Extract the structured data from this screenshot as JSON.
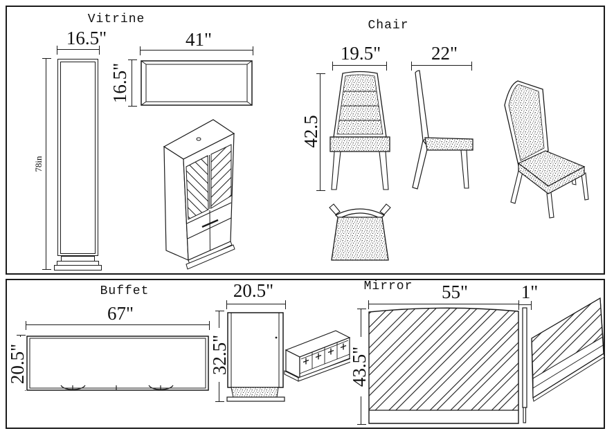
{
  "colors": {
    "line": "#1a1a1a",
    "background": "#ffffff"
  },
  "vitrine": {
    "title": "Vitrine",
    "front_width": "16.5\"",
    "front_height": "78in",
    "top_width": "41\"",
    "top_depth": "16.5\""
  },
  "chair": {
    "title": "Chair",
    "front_width": "19.5\"",
    "side_depth": "22\"",
    "height": "42.5"
  },
  "buffet": {
    "title": "Buffet",
    "top_width": "67\"",
    "top_depth": "20.5\"",
    "side_width": "20.5\"",
    "side_height": "32.5\""
  },
  "mirror": {
    "title": "Mirror",
    "width": "55\"",
    "height": "43.5\"",
    "thickness": "1\""
  }
}
